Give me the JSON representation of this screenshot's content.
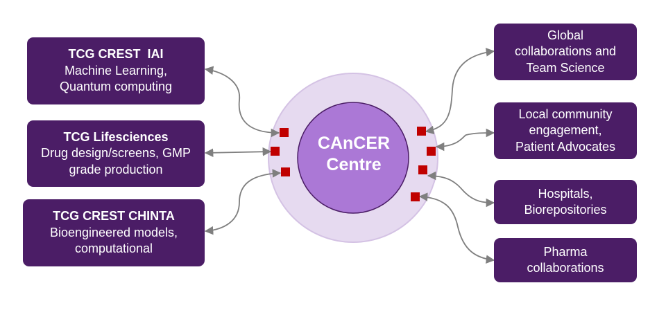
{
  "center": {
    "line1": "CAnCER",
    "line2": "Centre"
  },
  "left_boxes": [
    {
      "title": "TCG CREST  IAI",
      "line1": "Machine Learning,",
      "line2": "Quantum computing"
    },
    {
      "title": "TCG Lifesciences",
      "line1": "Drug design/screens, GMP",
      "line2": "grade production"
    },
    {
      "title": "TCG CREST CHINTA",
      "line1": "Bioengineered models,",
      "line2": "computational"
    }
  ],
  "right_boxes": [
    {
      "line1": "Global",
      "line2": "collaborations and",
      "line3": "Team Science"
    },
    {
      "line1": "Local community",
      "line2": "engagement,",
      "line3": "Patient Advocates"
    },
    {
      "line1": "Hospitals,",
      "line2": "Biorepositories"
    },
    {
      "line1": "Pharma",
      "line2": "collaborations"
    }
  ],
  "colors": {
    "box_fill": "#4b1d66",
    "outer_ring": "#e6daf0",
    "inner_circle": "#ab78d6",
    "connector_node": "#c00000",
    "arrow": "#7f7f7f"
  }
}
